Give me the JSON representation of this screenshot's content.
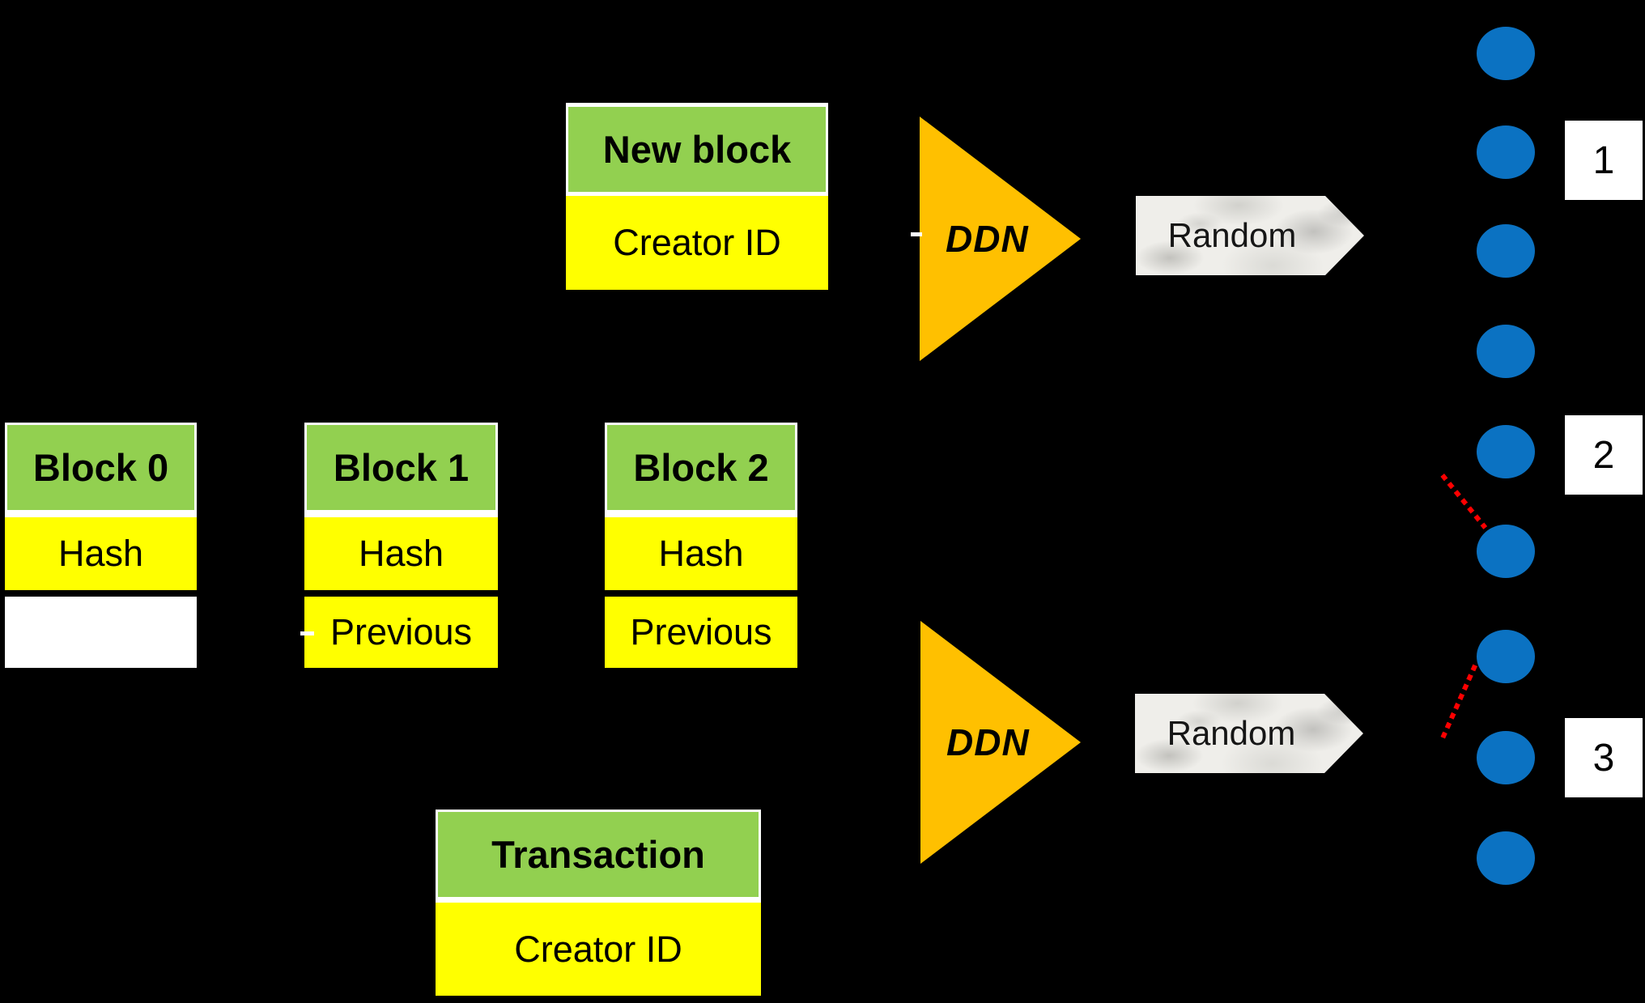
{
  "colors": {
    "background": "#000000",
    "header_green": "#92d050",
    "cell_yellow": "#ffff00",
    "ddn_orange": "#ffc000",
    "node_blue": "#0b72c2",
    "link_red": "#ff0000",
    "box_white": "#ffffff"
  },
  "new_block": {
    "header": "New block",
    "field": "Creator ID"
  },
  "blocks": [
    {
      "header": "Block 0",
      "hash": "Hash",
      "second": ""
    },
    {
      "header": "Block 1",
      "hash": "Hash",
      "second": "Previous"
    },
    {
      "header": "Block 2",
      "hash": "Hash",
      "second": "Previous"
    }
  ],
  "transaction": {
    "header": "Transaction",
    "field": "Creator ID"
  },
  "ddn": {
    "top": "DDN",
    "bottom": "DDN"
  },
  "random": {
    "top": "Random",
    "bottom": "Random"
  },
  "group_labels": [
    "1",
    "2",
    "3"
  ],
  "network": {
    "node_count": 9
  }
}
